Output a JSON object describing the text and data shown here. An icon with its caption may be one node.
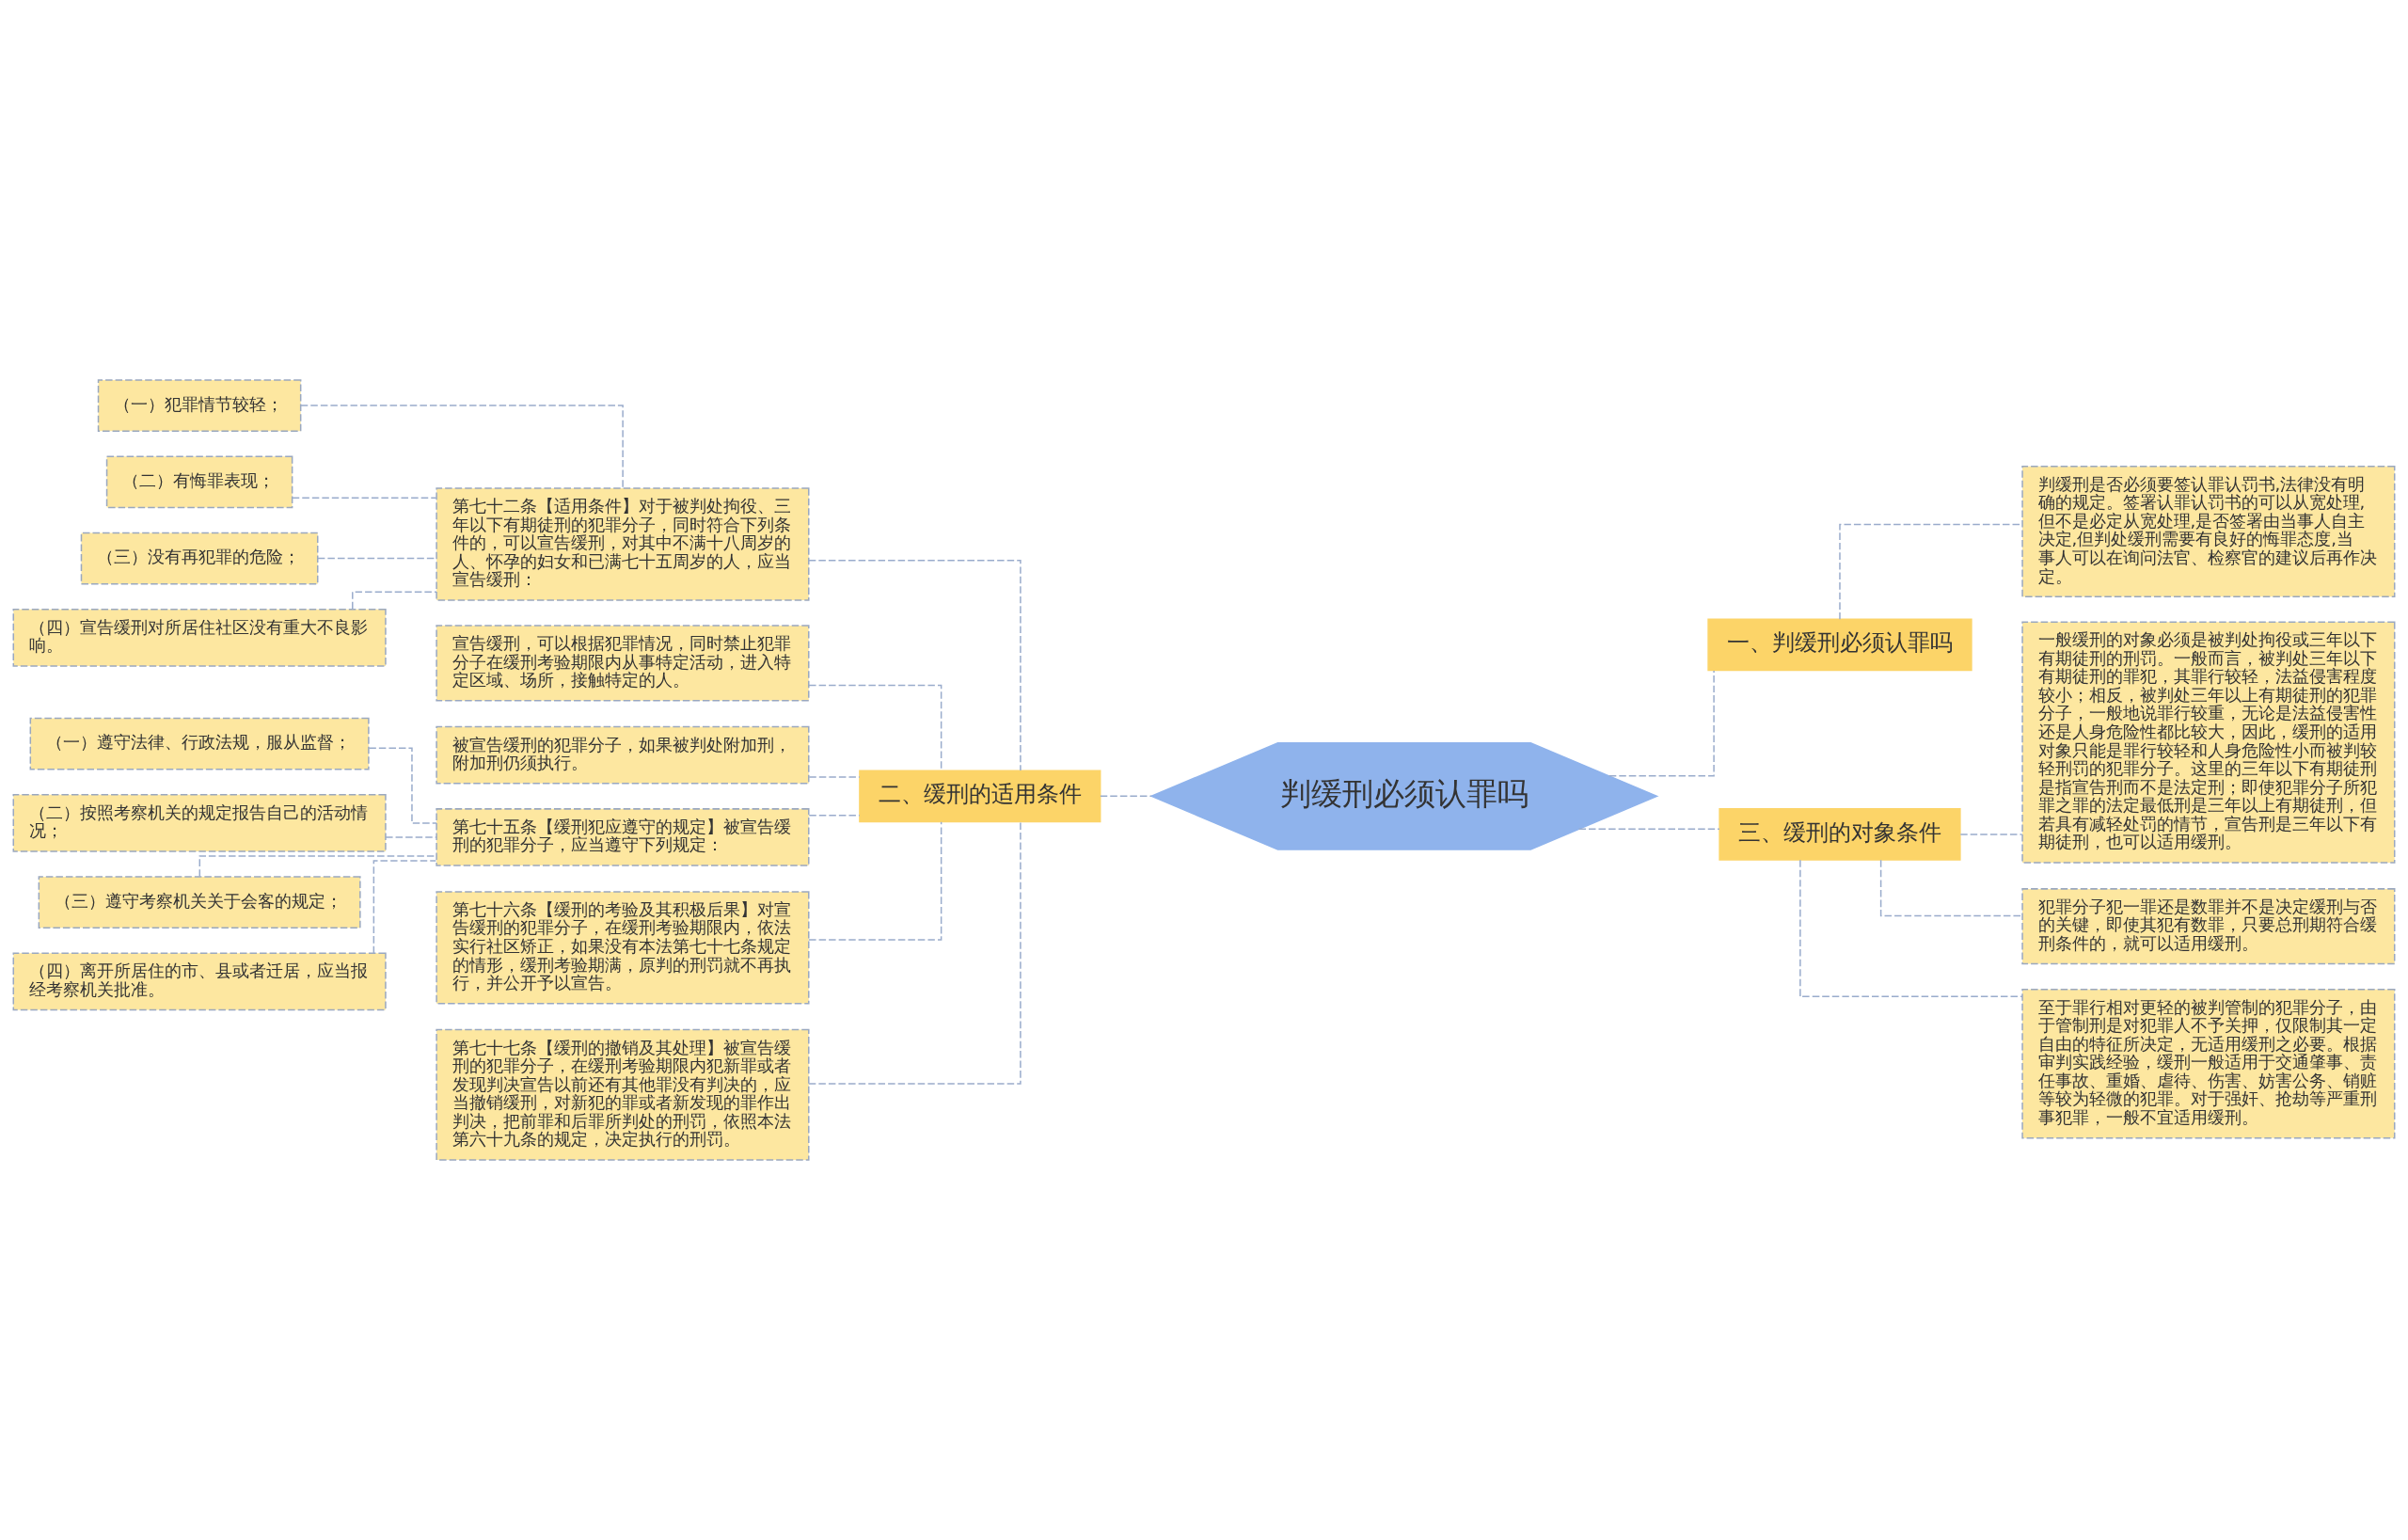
{
  "diagram": {
    "nodes": [
      {
        "text": [
          "判缓刑必须认罪吗"
        ]
      },
      {
        "text": [
          "一、判缓刑必须认罪吗"
        ]
      },
      {
        "text": [
          "判缓刑是否必须要签认罪认罚书,法律没有明确的规定。签署认罪认罚书的可以从宽处理,但不是必定从宽处理,是否签署由当事人自主决定,但判处缓刑需要有良好的悔罪态度,当事人可以在询问法官、检察官的建议后再作决定。"
        ]
      },
      {
        "text": [
          "二、缓刑的适用条件"
        ]
      },
      {
        "text": [
          "第七十二条【适用条件】对于被判处拘役、三年以下有期徒刑的犯罪分子，同时符合下列条件的，可以宣告缓刑，对其中不满十八周岁的人、怀孕的妇女和已满七十五周岁的人，应当宣告缓刑："
        ]
      },
      {
        "text": [
          "（一）犯罪情节较轻；"
        ]
      },
      {
        "text": [
          "（二）有悔罪表现；"
        ]
      },
      {
        "text": [
          "（三）没有再犯罪的危险；"
        ]
      },
      {
        "text": [
          "（四）宣告缓刑对所居住社区没有重大不良影响。"
        ]
      },
      {
        "text": [
          "宣告缓刑，可以根据犯罪情况，同时禁止犯罪分子在缓刑考验期限内从事特定活动，进入特定区域、场所，接触特定的人。"
        ]
      },
      {
        "text": [
          "被宣告缓刑的犯罪分子，如果被判处附加刑，附加刑仍须执行。"
        ]
      },
      {
        "text": [
          "第七十五条【缓刑犯应遵守的规定】被宣告缓刑的犯罪分子，应当遵守下列规定："
        ]
      },
      {
        "text": [
          "（一）遵守法律、行政法规，服从监督；"
        ]
      },
      {
        "text": [
          "（二）按照考察机关的规定报告自己的活动情况；"
        ]
      },
      {
        "text": [
          "（三）遵守考察机关关于会客的规定；"
        ]
      },
      {
        "text": [
          "（四）离开所居住的市、县或者迁居，应当报经考察机关批准。"
        ]
      },
      {
        "text": [
          "第七十六条【缓刑的考验及其积极后果】对宣告缓刑的犯罪分子，在缓刑考验期限内，依法实行社区矫正，如果没有本法第七十七条规定的情形，缓刑考验期满，原判的刑罚就不再执行，并公开予以宣告。"
        ]
      },
      {
        "text": [
          "第七十七条【缓刑的撤销及其处理】被宣告缓刑的犯罪分子，在缓刑考验期限内犯新罪或者发现判决宣告以前还有其他罪没有判决的，应当撤销缓刑，对新犯的罪或者新发现的罪作出判决，把前罪和后罪所判处的刑罚，依照本法第六十九条的规定，决定执行的刑罚。"
        ]
      },
      {
        "text": [
          "三、缓刑的对象条件"
        ]
      },
      {
        "text": [
          "一般缓刑的对象必须是被判处拘役或三年以下有期徒刑的刑罚。一般而言，被判处三年以下有期徒刑的罪犯，其罪行较轻，法益侵害程度较小；相反，被判处三年以上有期徒刑的犯罪分子，一般地说罪行较重，无论是法益侵害性还是人身危险性都比较大，因此，缓刑的适用对象只能是罪行较轻和人身危险性小而被判较轻刑罚的犯罪分子。这里的三年以下有期徒刑是指宣告刑而不是法定刑；即使犯罪分子所犯罪之罪的法定最低刑是三年以上有期徒刑，但若具有减轻处罚的情节，宣告刑是三年以下有期徒刑，也可以适用缓刑。"
        ]
      },
      {
        "text": [
          "犯罪分子犯一罪还是数罪并不是决定缓刑与否的关键，即使其犯有数罪，只要总刑期符合缓刑条件的，就可以适用缓刑。"
        ]
      },
      {
        "text": [
          "至于罪行相对更轻的被判管制的犯罪分子，由于管制刑是对犯罪人不予关押，仅限制其一定自由的特征所决定，无适用缓刑之必要。根据审判实践经验，缓刑一般适用于交通肇事、责任事故、重婚、虐待、伤害、妨害公务、销赃等较为轻微的犯罪。对于强奸、抢劫等严重刑事犯罪，一般不宜适用缓刑。"
        ]
      }
    ],
    "edges": [
      {
        "from": 0,
        "to": 1,
        "arrow": "none",
        "style": "dashed"
      },
      {
        "from": 1,
        "to": 2,
        "arrow": "none",
        "style": "dashed"
      },
      {
        "from": 0,
        "to": 3,
        "arrow": "none",
        "style": "dashed"
      },
      {
        "from": 3,
        "to": 4,
        "arrow": "none",
        "style": "dashed"
      },
      {
        "from": 4,
        "to": 5,
        "arrow": "none",
        "style": "dashed"
      },
      {
        "from": 4,
        "to": 6,
        "arrow": "none",
        "style": "dashed"
      },
      {
        "from": 4,
        "to": 7,
        "arrow": "none",
        "style": "dashed"
      },
      {
        "from": 4,
        "to": 8,
        "arrow": "none",
        "style": "dashed"
      },
      {
        "from": 3,
        "to": 9,
        "arrow": "none",
        "style": "dashed"
      },
      {
        "from": 3,
        "to": 10,
        "arrow": "none",
        "style": "dashed"
      },
      {
        "from": 3,
        "to": 11,
        "arrow": "none",
        "style": "dashed"
      },
      {
        "from": 11,
        "to": 12,
        "arrow": "none",
        "style": "dashed"
      },
      {
        "from": 11,
        "to": 13,
        "arrow": "none",
        "style": "dashed"
      },
      {
        "from": 11,
        "to": 14,
        "arrow": "none",
        "style": "dashed"
      },
      {
        "from": 11,
        "to": 15,
        "arrow": "none",
        "style": "dashed"
      },
      {
        "from": 3,
        "to": 16,
        "arrow": "none",
        "style": "dashed"
      },
      {
        "from": 3,
        "to": 17,
        "arrow": "none",
        "style": "dashed"
      },
      {
        "from": 0,
        "to": 18,
        "arrow": "none",
        "style": "dashed"
      },
      {
        "from": 18,
        "to": 19,
        "arrow": "none",
        "style": "dashed"
      },
      {
        "from": 18,
        "to": 20,
        "arrow": "none",
        "style": "dashed"
      },
      {
        "from": 18,
        "to": 21,
        "arrow": "none",
        "style": "dashed"
      }
    ]
  }
}
